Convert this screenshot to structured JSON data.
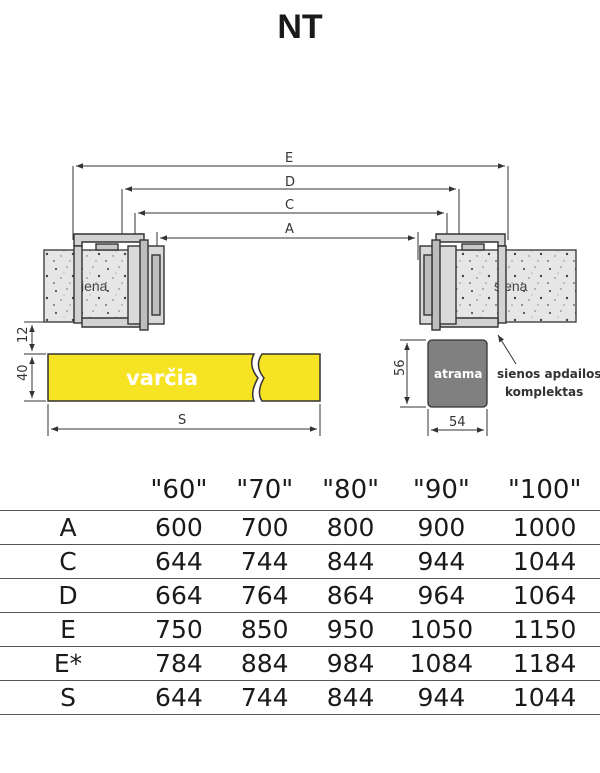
{
  "title": "NT",
  "diagram": {
    "dims": {
      "E": "E",
      "D": "D",
      "C": "C",
      "A": "A",
      "S": "S"
    },
    "labels": {
      "wall_left": "siena",
      "wall_right": "siena",
      "varcia": "varčia",
      "atrama": "atrama",
      "finish_kit_line1": "sienos apdailos",
      "finish_kit_line2": "komplektas"
    },
    "measurements": {
      "m12": "12",
      "m40": "40",
      "m56": "56",
      "m54": "54"
    }
  },
  "table": {
    "headers": [
      "\"60\"",
      "\"70\"",
      "\"80\"",
      "\"90\"",
      "\"100\""
    ],
    "rows": [
      {
        "label": "A",
        "values": [
          "600",
          "700",
          "800",
          "900",
          "1000"
        ]
      },
      {
        "label": "C",
        "values": [
          "644",
          "744",
          "844",
          "944",
          "1044"
        ]
      },
      {
        "label": "D",
        "values": [
          "664",
          "764",
          "864",
          "964",
          "1064"
        ]
      },
      {
        "label": "E",
        "values": [
          "750",
          "850",
          "950",
          "1050",
          "1150"
        ]
      },
      {
        "label": "E*",
        "values": [
          "784",
          "884",
          "984",
          "1084",
          "1184"
        ]
      },
      {
        "label": "S",
        "values": [
          "644",
          "744",
          "844",
          "944",
          "1044"
        ]
      }
    ]
  },
  "colors": {
    "varcia_fill": "#f6e323",
    "atrama_fill": "#808080",
    "wall_fill": "#e6e6e6"
  }
}
